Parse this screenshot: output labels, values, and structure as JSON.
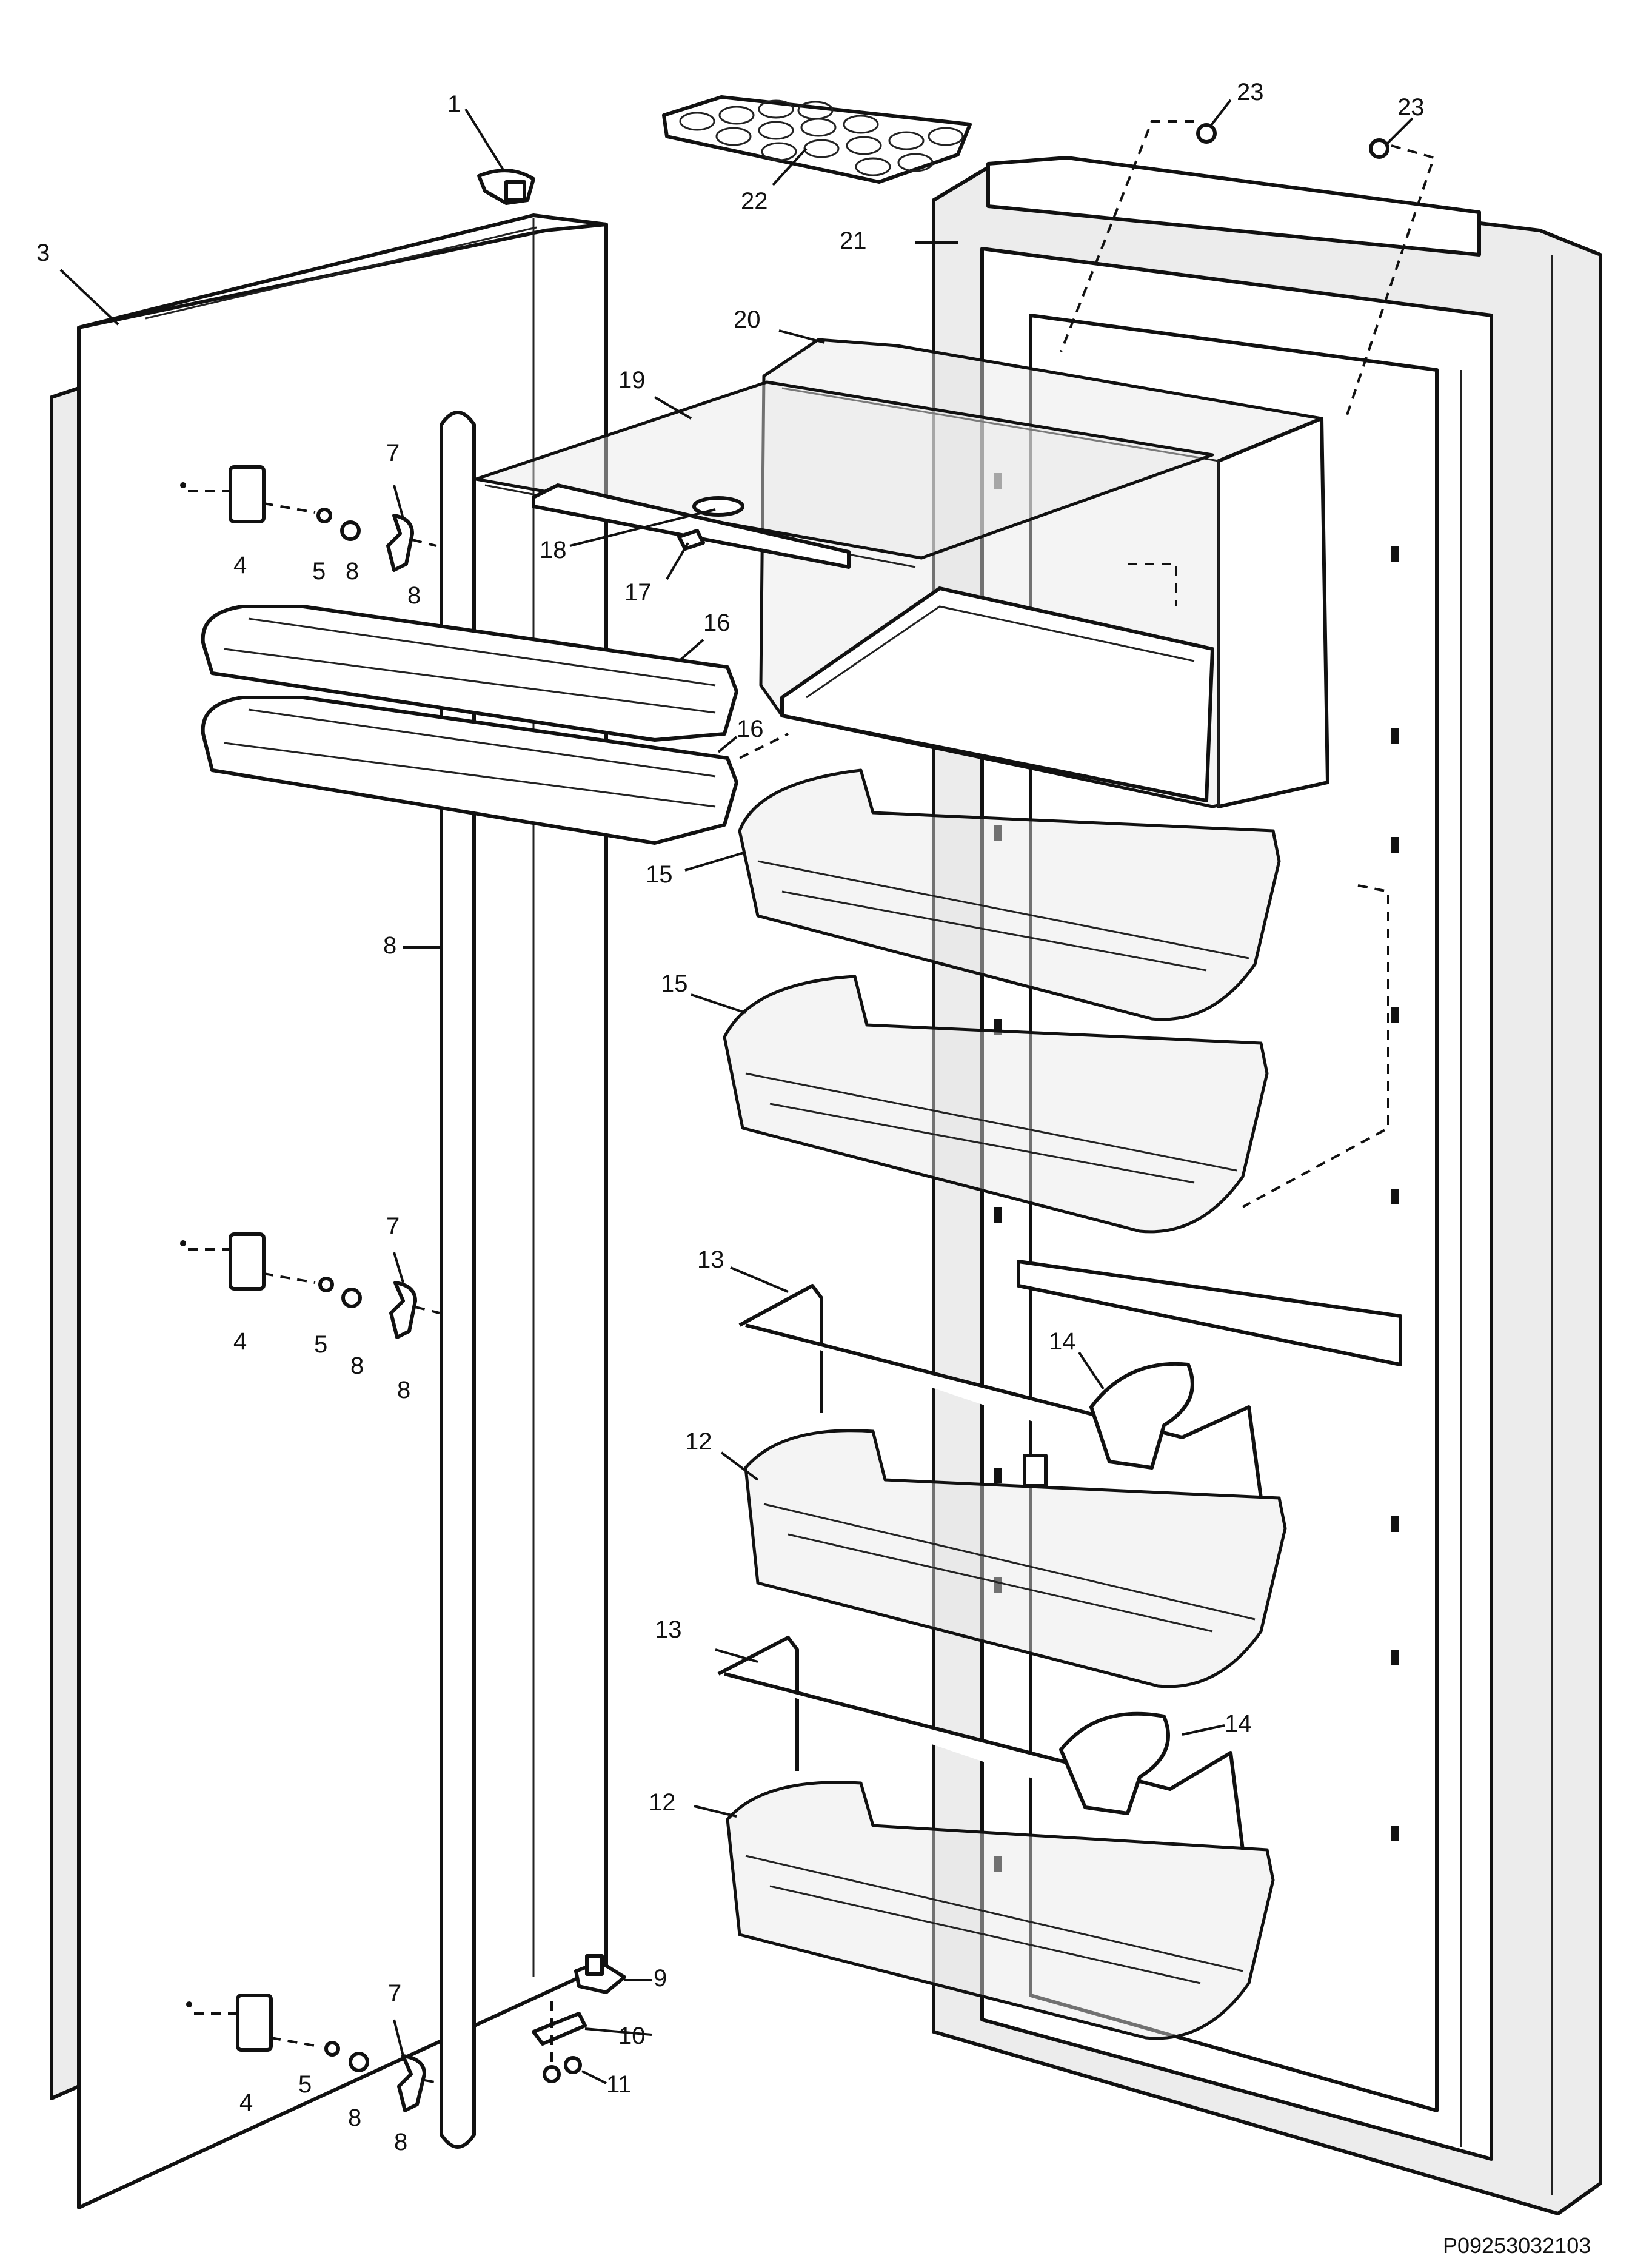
{
  "callouts": {
    "c1": "1",
    "c3": "3",
    "c4a": "4",
    "c4b": "4",
    "c4c": "4",
    "c5a": "5",
    "c5b": "5",
    "c5c": "5",
    "c7a": "7",
    "c7b": "7",
    "c7c": "7",
    "c8a": "8",
    "c8b": "8",
    "c8c": "8",
    "c8d": "8",
    "c8e": "8",
    "c8f": "8",
    "c8g": "8",
    "c9": "9",
    "c10": "10",
    "c11": "11",
    "c12a": "12",
    "c12b": "12",
    "c13a": "13",
    "c13b": "13",
    "c14a": "14",
    "c14b": "14",
    "c15a": "15",
    "c15b": "15",
    "c16a": "16",
    "c16b": "16",
    "c17": "17",
    "c18": "18",
    "c19": "19",
    "c20": "20",
    "c21": "21",
    "c22": "22",
    "c23a": "23",
    "c23b": "23"
  },
  "document_id": "P09253032103"
}
